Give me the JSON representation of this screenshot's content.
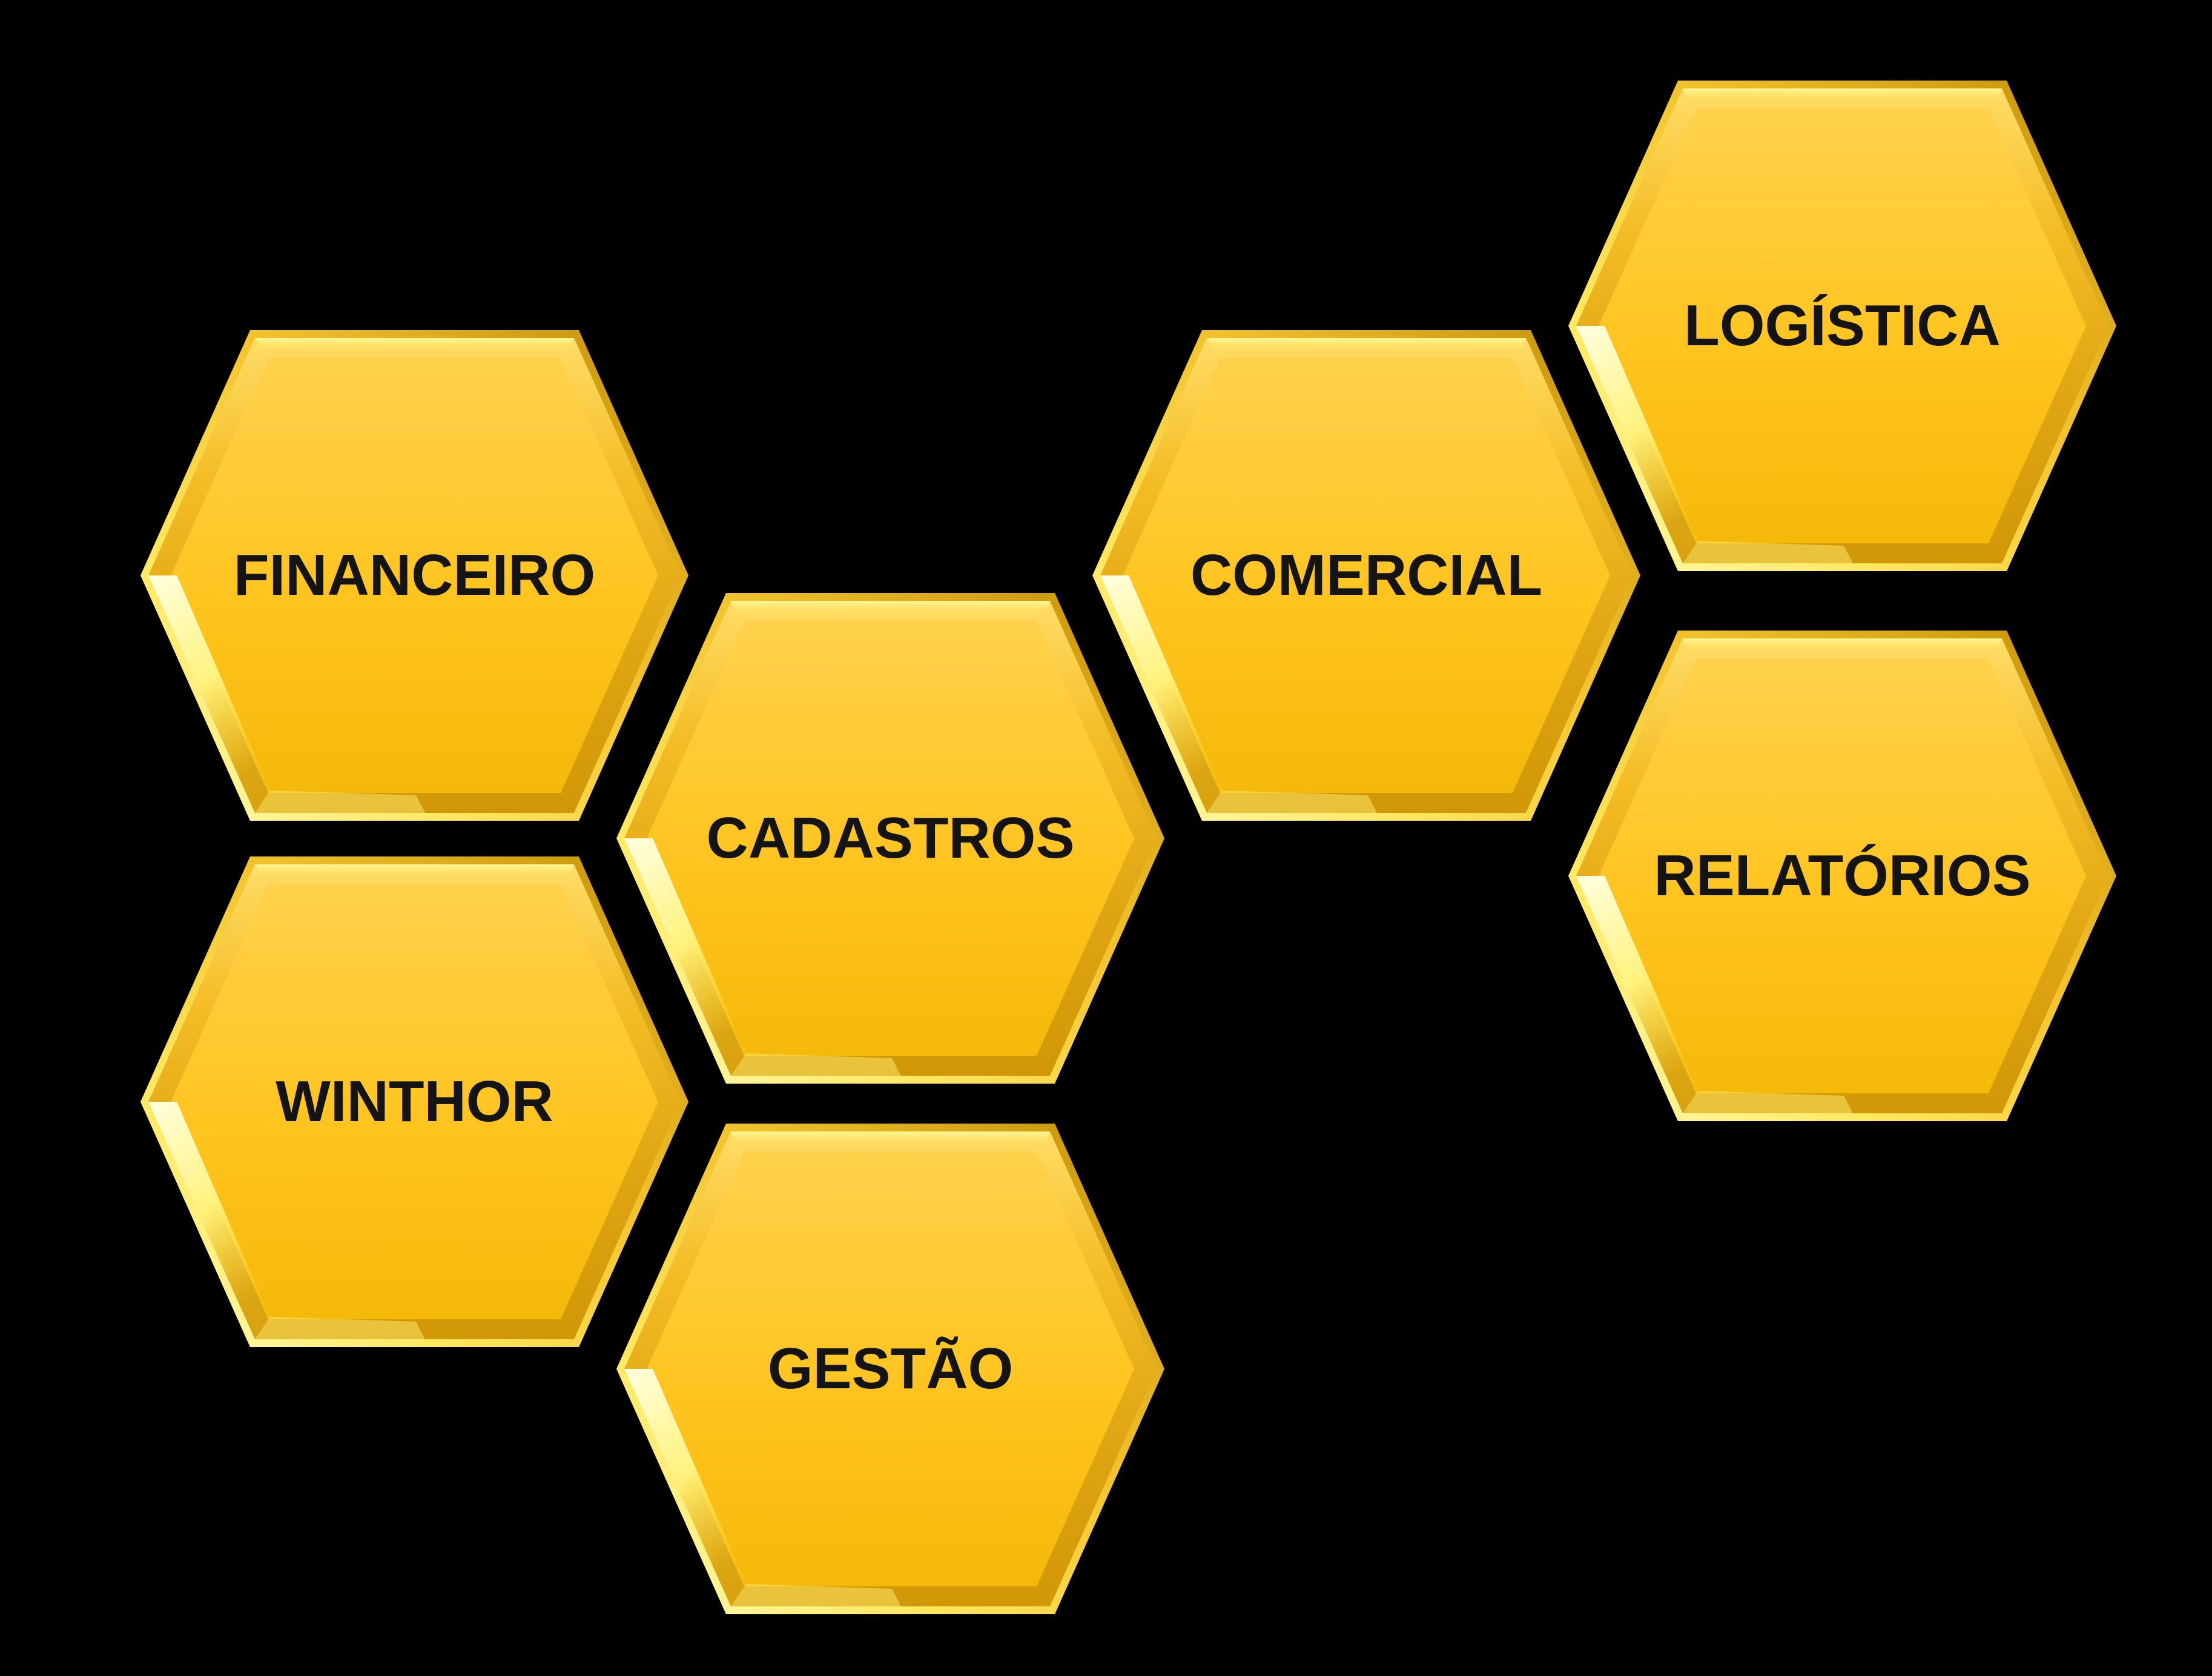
{
  "diagram": {
    "description": "Honeycomb menu of WinThor ERP modules",
    "background": "#000000"
  },
  "hexagons": [
    {
      "id": "financeiro",
      "label": "FINANCEIRO"
    },
    {
      "id": "cadastros",
      "label": "CADASTROS"
    },
    {
      "id": "comercial",
      "label": "COMERCIAL"
    },
    {
      "id": "logistica",
      "label": "LOGÍSTICA"
    },
    {
      "id": "relatorios",
      "label": "RELATÓRIOS"
    },
    {
      "id": "winthor",
      "label": "WINTHOR"
    },
    {
      "id": "gestao",
      "label": "GESTÃO"
    }
  ],
  "colors": {
    "background": "#000000",
    "label_text": "#141414",
    "hex_body_top": "#FFD14C",
    "hex_body_bottom": "#F5B90A",
    "hex_facet_light": "#FFDD68",
    "hex_facet_dark": "#D29708",
    "hex_rim_dark": "#C28E06",
    "hex_rim_bright": "#FFFDB8",
    "hex_specular": "#FFFA9E"
  }
}
